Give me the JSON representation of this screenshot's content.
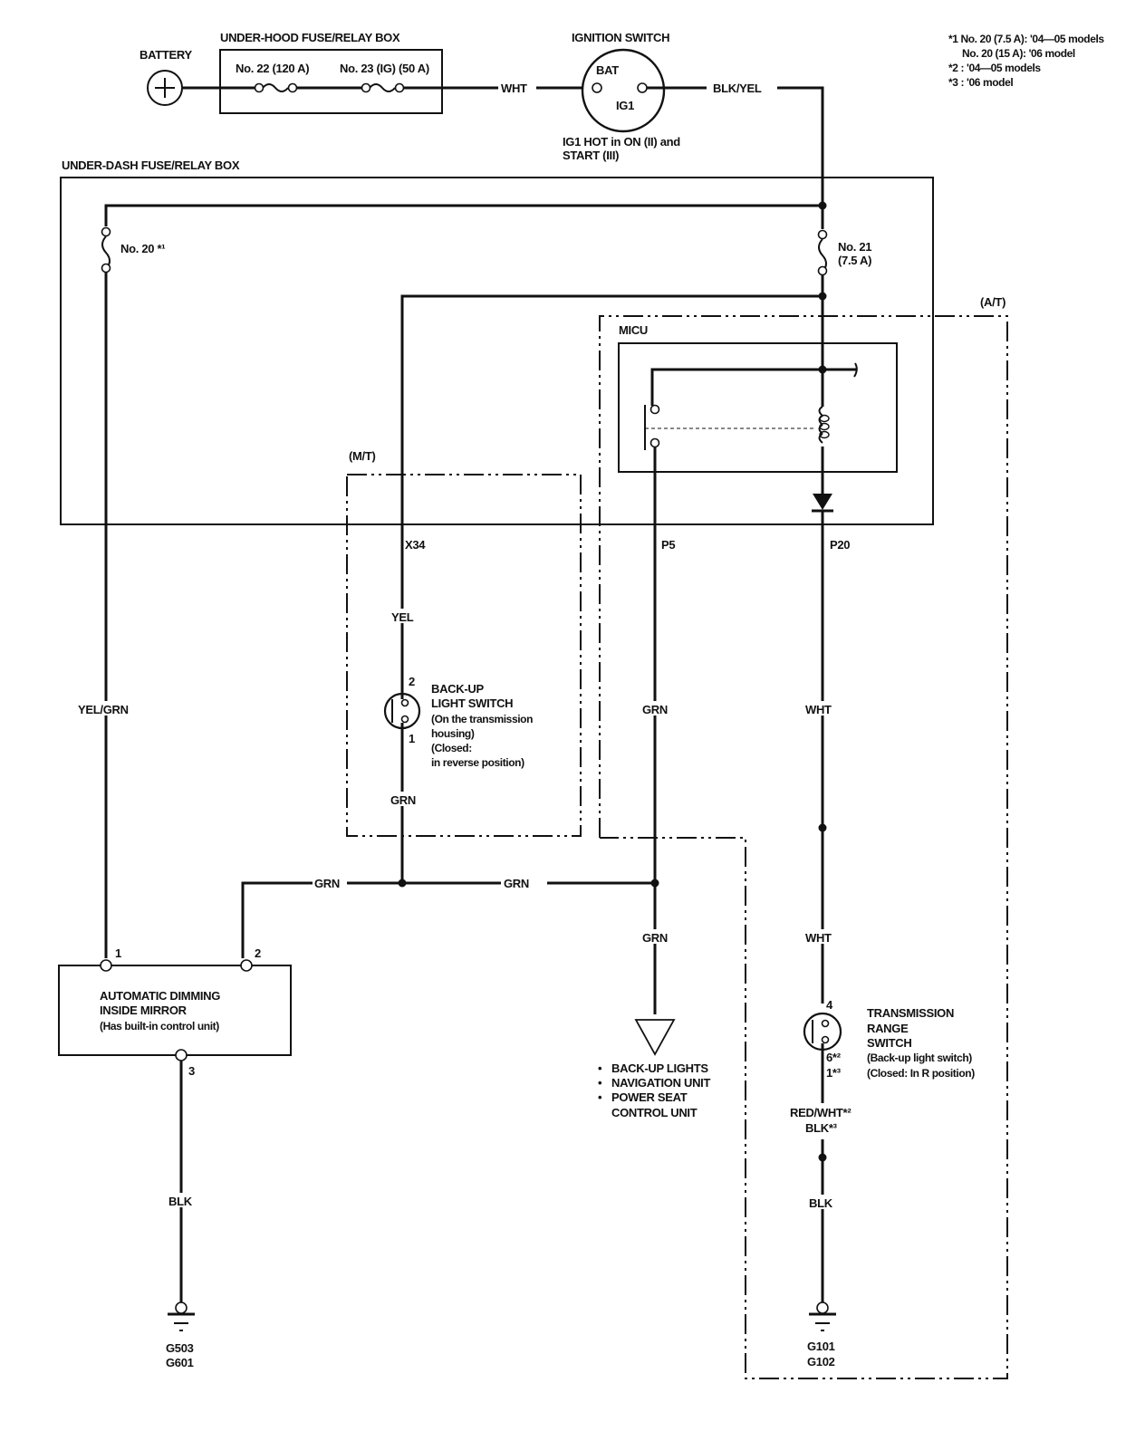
{
  "footnotes": {
    "line1": "*1 No. 20 (7.5 A): '04—05 models",
    "line2": "No. 20 (15 A): '06 model",
    "line3": "*2 : '04—05 models",
    "line4": "*3 : '06 model"
  },
  "battery": {
    "label": "BATTERY",
    "icon": "battery-positive-icon"
  },
  "under_hood_box": {
    "title": "UNDER-HOOD FUSE/RELAY BOX",
    "fuse_a": "No. 22 (120 A)",
    "fuse_b": "No. 23 (IG) (50 A)"
  },
  "ignition_switch": {
    "title": "IGNITION SWITCH",
    "bat": "BAT",
    "ig1": "IG1",
    "note_1": "IG1 HOT in ON (II) and",
    "note_2": "START (III)"
  },
  "wires": {
    "wht_top": "WHT",
    "blk_yel": "BLK/YEL",
    "yel_grn": "YEL/GRN",
    "yel": "YEL",
    "grn_switch": "GRN",
    "grn_micu": "GRN",
    "grn_left": "GRN",
    "grn_mid": "GRN",
    "grn_down": "GRN",
    "wht_p20": "WHT",
    "wht_lower": "WHT",
    "red_wht": "RED/WHT*²",
    "blk_3": "BLK*³",
    "blk_right": "BLK",
    "blk_left": "BLK"
  },
  "under_dash_box": {
    "title": "UNDER-DASH FUSE/RELAY BOX",
    "fuse20": "No. 20 *¹",
    "fuse21_a": "No. 21",
    "fuse21_b": "(7.5 A)"
  },
  "micu": {
    "title": "MICU"
  },
  "variants": {
    "at": "(A/T)",
    "mt": "(M/T)"
  },
  "connectors": {
    "x34": "X34",
    "p5": "P5",
    "p20": "P20"
  },
  "backup_switch": {
    "pin_top": "2",
    "pin_bottom": "1",
    "lines": [
      "BACK-UP",
      "LIGHT SWITCH",
      "(On the transmission",
      "housing)",
      "(Closed:",
      "in reverse position)"
    ]
  },
  "mirror": {
    "pin1": "1",
    "pin2": "2",
    "pin3": "3",
    "line1": "AUTOMATIC DIMMING",
    "line2": "INSIDE MIRROR",
    "line3": "(Has built-in control unit)"
  },
  "destinations": {
    "items": [
      "BACK-UP LIGHTS",
      "NAVIGATION UNIT",
      "POWER SEAT",
      "CONTROL UNIT"
    ]
  },
  "range_switch": {
    "pin_top": "4",
    "pin_b1": "6*²",
    "pin_b2": "1*³",
    "lines": [
      "TRANSMISSION",
      "RANGE",
      "SWITCH",
      "(Back-up light switch)",
      "(Closed: In R position)"
    ]
  },
  "grounds": {
    "left_1": "G503",
    "left_2": "G601",
    "right_1": "G101",
    "right_2": "G102"
  }
}
